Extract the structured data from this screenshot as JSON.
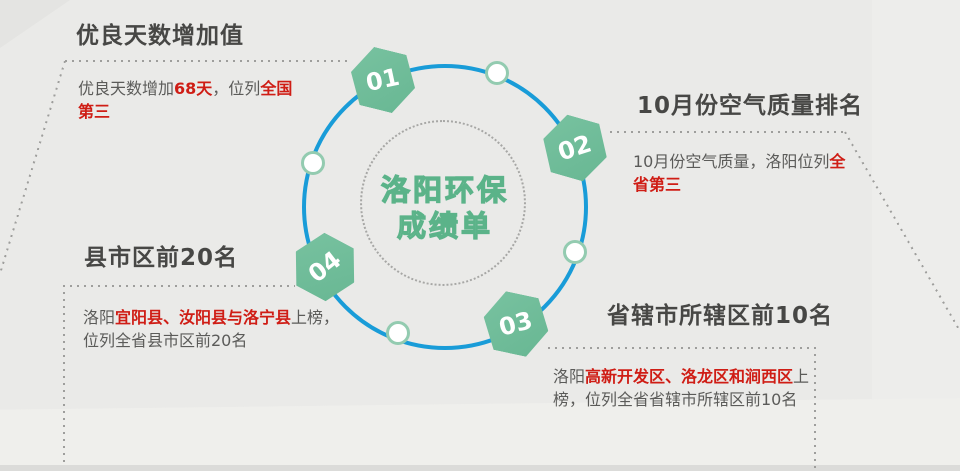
{
  "center": {
    "title_line1": "洛阳环保",
    "title_line2": "成绩单"
  },
  "panels": {
    "top_left": {
      "number": "01",
      "heading": "优良天数增加值",
      "segments": [
        {
          "t": "优良天数增加",
          "red": false
        },
        {
          "t": "68天",
          "red": true
        },
        {
          "t": "，位列",
          "red": false
        },
        {
          "t": "全国第三",
          "red": true
        }
      ]
    },
    "top_right": {
      "number": "02",
      "heading": "10月份空气质量排名",
      "segments": [
        {
          "t": "10月份空气质量，洛阳位列",
          "red": false
        },
        {
          "t": "全省第三",
          "red": true
        }
      ]
    },
    "bottom_right": {
      "number": "03",
      "heading": "省辖市所辖区前10名",
      "segments": [
        {
          "t": "洛阳",
          "red": false
        },
        {
          "t": "高新开发区、洛龙区和涧西区",
          "red": true
        },
        {
          "t": "上榜，位列全省省辖市所辖区前10名",
          "red": false
        }
      ]
    },
    "bottom_left": {
      "number": "04",
      "heading": "县市区前20名",
      "segments": [
        {
          "t": "洛阳",
          "red": false
        },
        {
          "t": "宜阳县、汝阳县与洛宁县",
          "red": true
        },
        {
          "t": "上榜，位列全省县市区前20名",
          "red": false
        }
      ]
    }
  },
  "colors": {
    "background": "#eaeae8",
    "hexagon_green": "#6cba97",
    "circle_blue": "#199cd8",
    "node_border_green": "#93cbb0",
    "center_text_green": "#6fbf9a",
    "heading_gray": "#474745",
    "body_gray": "#5b5b59",
    "highlight_red": "#cf1d15",
    "dotted_gray": "#9e9e9c"
  }
}
